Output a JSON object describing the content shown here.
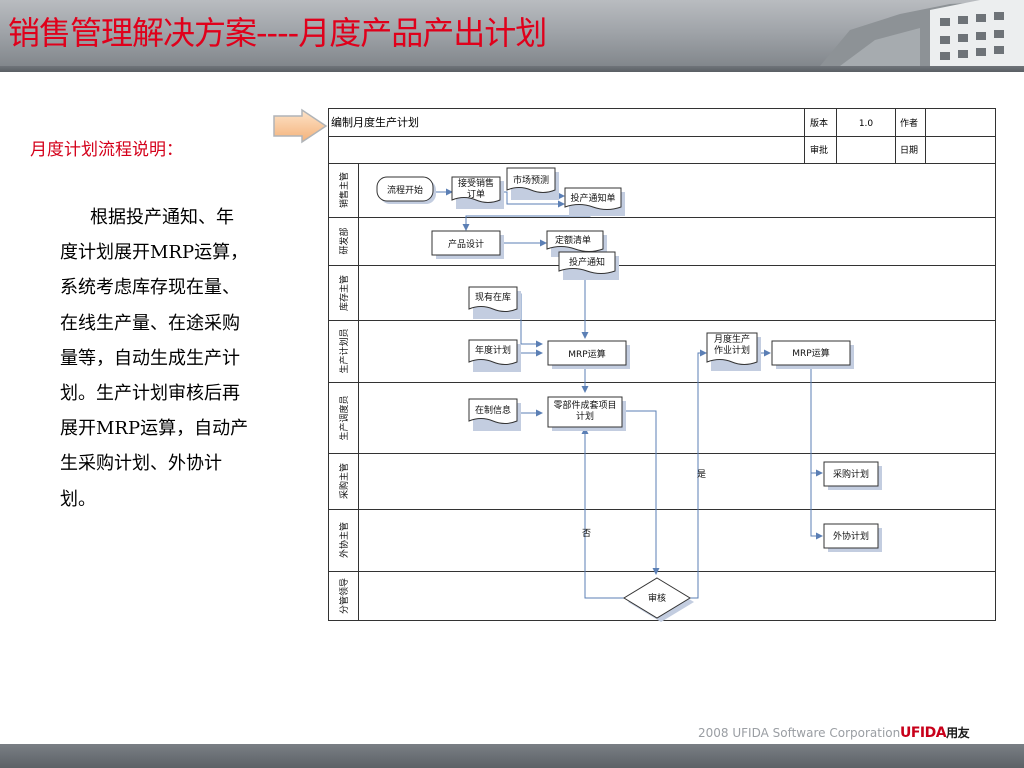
{
  "title": "销售管理解决方案----月度产品产出计划",
  "subtitle": "月度计划流程说明：",
  "description_lines": [
    "根据投产通知、年",
    "度计划展开MRP运算，",
    "系统考虑库存现在量、",
    "在线生产量、在途采购",
    "量等，自动生成生产计",
    "划。生产计划审核后再",
    "展开MRP运算，自动产",
    "生采购计划、外协计",
    "划。"
  ],
  "diagram": {
    "header": {
      "title": "编制月度生产计划",
      "version_label": "版本",
      "version_value": "1.0",
      "author_label": "作者",
      "author_value": "",
      "approve_label": "审批",
      "approve_value": "",
      "date_label": "日期",
      "date_value": ""
    },
    "lanes": [
      "销售主管",
      "研发部",
      "库存主管",
      "生产计划员",
      "生产调度员",
      "采购主管",
      "外协主管",
      "分管领导"
    ],
    "nodes": {
      "start": "流程开始",
      "receive_order": "接受销售订单",
      "market_forecast": "市场预测",
      "production_notice_sales": "投产通知单",
      "product_design": "产品设计",
      "quota_list": "定额清单",
      "production_notice": "投产通知",
      "inventory": "现有在库",
      "annual_plan": "年度计划",
      "mrp_1": "MRP运算",
      "monthly_plan": "月度生产作业计划",
      "mrp_2": "MRP运算",
      "wip_info": "在制信息",
      "parts_plan": "零部件成套项目计划",
      "purchase_plan": "采购计划",
      "outsource_plan": "外协计划",
      "review": "审核"
    },
    "edge_labels": {
      "yes": "是",
      "no": "否"
    }
  },
  "footer": {
    "corporation": "2008 UFIDA Software Corporation",
    "logo_text": "UFIDA",
    "logo_cn": "用友"
  },
  "colors": {
    "title": "#e0001b",
    "subtitle": "#d4001a",
    "connector": "#5b7fb5",
    "node_shadow": "#c3cde0"
  }
}
